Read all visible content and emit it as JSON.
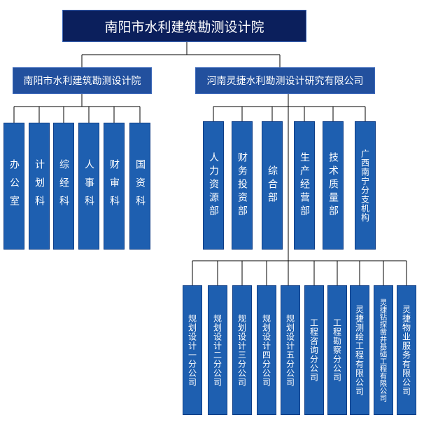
{
  "root": {
    "label": "南阳市水利建筑勘测设计院"
  },
  "left": {
    "label": "南阳市水利建筑勘测设计院",
    "depts": [
      "办公室",
      "计划科",
      "综经科",
      "人事科",
      "财审科",
      "国资科"
    ]
  },
  "right": {
    "label": "河南灵捷水利勘测设计研究有限公司",
    "depts": [
      "人力资源部",
      "财务投资部",
      "综合部",
      "生产经营部",
      "技术质量部",
      "广西南宁分支机构"
    ],
    "subsidiaries": [
      "规划设计一分公司",
      "规划设计二分公司",
      "规划设计三分公司",
      "规划设计四分公司",
      "规划设计五分公司",
      "工程咨询分公司",
      "工程勘察分公司",
      "灵捷测绘工程有限公司",
      "灵捷钻探凿井基础工程有限公司",
      "灵捷物业服务有限公司"
    ]
  },
  "colors": {
    "root_fill": "#0b1f5c",
    "box_fill": "#1e5fb0",
    "line": "#000000"
  }
}
